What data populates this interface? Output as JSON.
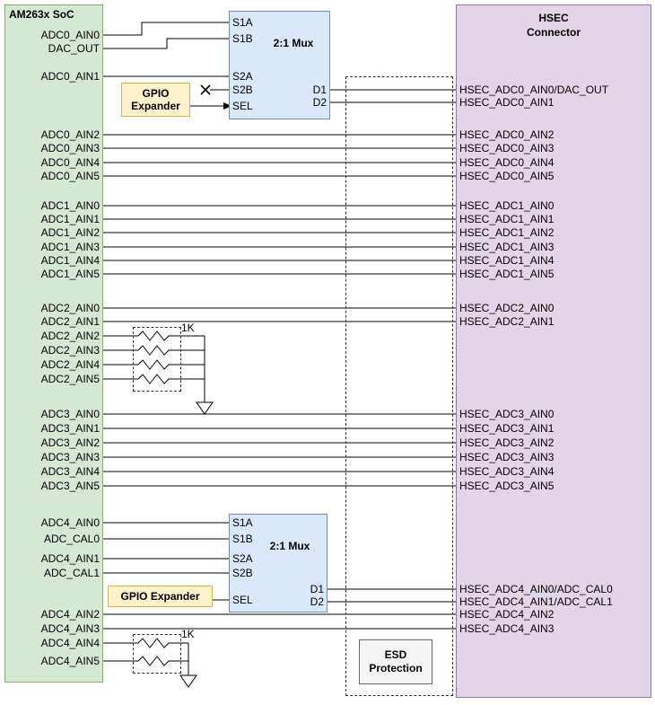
{
  "soc": {
    "title": "AM263x SoC",
    "pins": [
      "ADC0_AIN0",
      "DAC_OUT",
      "ADC0_AIN1",
      "ADC0_AIN2",
      "ADC0_AIN3",
      "ADC0_AIN4",
      "ADC0_AIN5",
      "ADC1_AIN0",
      "ADC1_AIN1",
      "ADC1_AIN2",
      "ADC1_AIN3",
      "ADC1_AIN4",
      "ADC1_AIN5",
      "ADC2_AIN0",
      "ADC2_AIN1",
      "ADC2_AIN2",
      "ADC2_AIN3",
      "ADC2_AIN4",
      "ADC2_AIN5",
      "ADC3_AIN0",
      "ADC3_AIN1",
      "ADC3_AIN2",
      "ADC3_AIN3",
      "ADC3_AIN4",
      "ADC3_AIN5",
      "ADC4_AIN0",
      "ADC_CAL0",
      "ADC4_AIN1",
      "ADC_CAL1",
      "ADC4_AIN2",
      "ADC4_AIN3",
      "ADC4_AIN4",
      "ADC4_AIN5"
    ]
  },
  "hsec": {
    "title_line1": "HSEC",
    "title_line2": "Connector",
    "pins": [
      "HSEC_ADC0_AIN0/DAC_OUT",
      "HSEC_ADC0_AIN1",
      "HSEC_ADC0_AIN2",
      "HSEC_ADC0_AIN3",
      "HSEC_ADC0_AIN4",
      "HSEC_ADC0_AIN5",
      "HSEC_ADC1_AIN0",
      "HSEC_ADC1_AIN1",
      "HSEC_ADC1_AIN2",
      "HSEC_ADC1_AIN3",
      "HSEC_ADC1_AIN4",
      "HSEC_ADC1_AIN5",
      "HSEC_ADC2_AIN0",
      "HSEC_ADC2_AIN1",
      "HSEC_ADC3_AIN0",
      "HSEC_ADC3_AIN1",
      "HSEC_ADC3_AIN2",
      "HSEC_ADC3_AIN3",
      "HSEC_ADC3_AIN4",
      "HSEC_ADC3_AIN5",
      "HSEC_ADC4_AIN0/ADC_CAL0",
      "HSEC_ADC4_AIN1/ADC_CAL1",
      "HSEC_ADC4_AIN2",
      "HSEC_ADC4_AIN3"
    ]
  },
  "mux_top": {
    "label": "2:1 Mux",
    "inputs": [
      "S1A",
      "S1B",
      "S2A",
      "S2B",
      "SEL"
    ],
    "outputs": [
      "D1",
      "D2"
    ]
  },
  "mux_bottom": {
    "label": "2:1 Mux",
    "inputs": [
      "S1A",
      "S1B",
      "S2A",
      "S2B",
      "SEL"
    ],
    "outputs": [
      "D1",
      "D2"
    ]
  },
  "gpio_top": {
    "line1": "GPIO",
    "line2": "Expander"
  },
  "gpio_bottom": {
    "label": "GPIO Expander"
  },
  "esd": {
    "line1": "ESD",
    "line2": "Protection"
  },
  "resistors": {
    "value_top": "1K",
    "value_bottom": "1K"
  },
  "colors": {
    "soc_fill": "#d5e8d4",
    "soc_border": "#82b366",
    "hsec_fill": "#e1d5e7",
    "hsec_border": "#9673a6",
    "mux_fill": "#dae8fc",
    "mux_border": "#6c8ebf",
    "gpio_fill": "#fff2cc",
    "gpio_border": "#d6b656",
    "esd_fill": "#f5f5f5",
    "esd_border": "#666666",
    "wire": "#000000"
  }
}
